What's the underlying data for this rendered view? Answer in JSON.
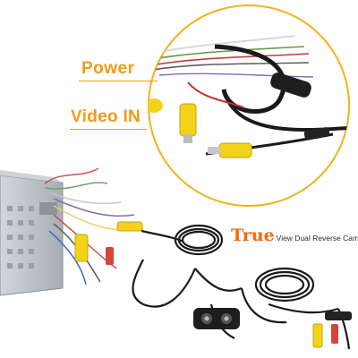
{
  "labels": {
    "power": "Power",
    "video_in": "Video IN"
  },
  "tagline": {
    "highlight": "True",
    "rest": "View Dual Reverse Cameras"
  },
  "colors": {
    "accent": "#f39a16",
    "highlight": "#f36a10",
    "rca_yellow": "#f3d21a",
    "cable": "#1a1a1a",
    "chassis": "#b9bec4"
  }
}
